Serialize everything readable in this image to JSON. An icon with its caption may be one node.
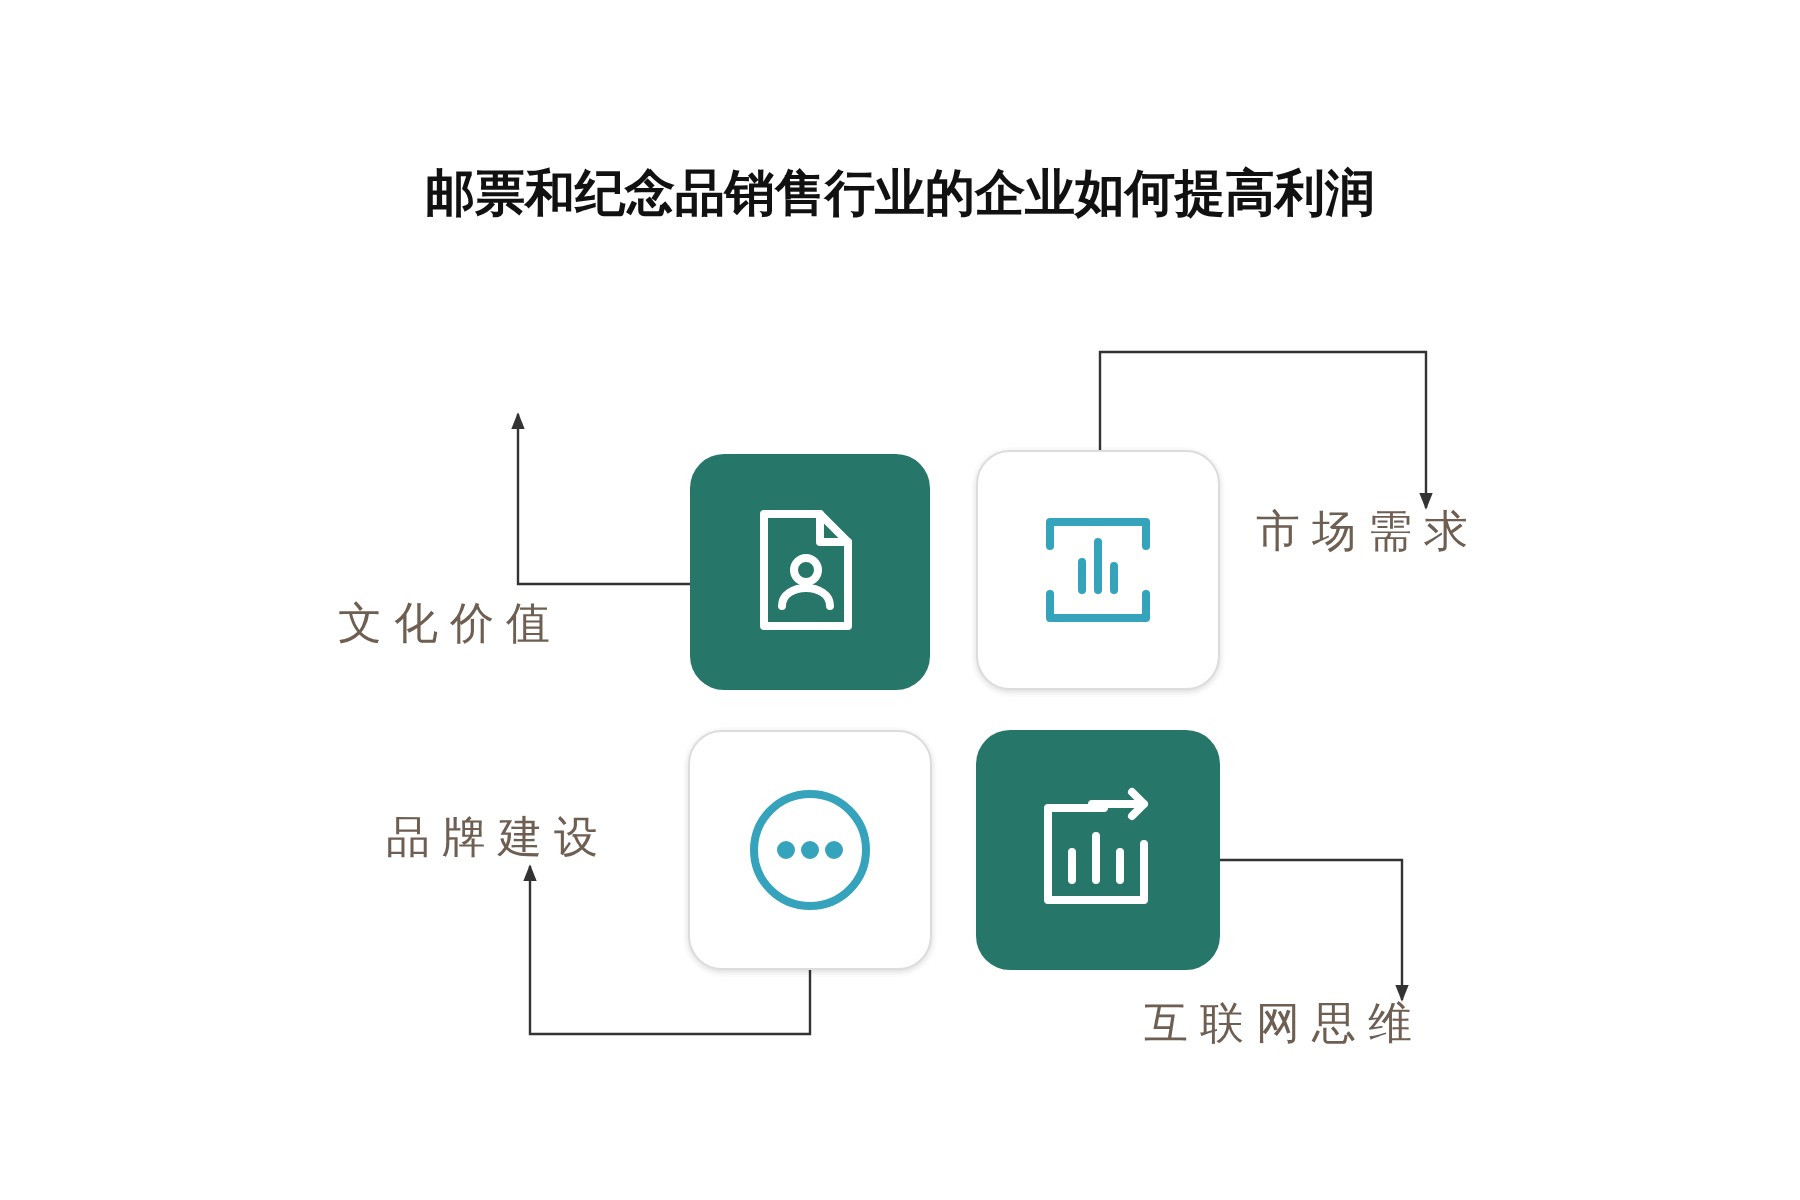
{
  "diagram": {
    "title": "邮票和纪念品销售行业的企业如何提高利润",
    "nodes": [
      {
        "text": [],
        "shape": "box"
      },
      {
        "text": [],
        "shape": "box"
      },
      {
        "text": [],
        "shape": "box"
      },
      {
        "text": [],
        "shape": "box"
      },
      {
        "text": [
          "市场需求"
        ]
      },
      {
        "text": [
          "品牌建设"
        ]
      },
      {
        "text": [
          "互联网思维"
        ]
      }
    ],
    "edges": [
      {
        "from": 0,
        "to": null,
        "arrow": "to"
      },
      {
        "from": 1,
        "to": 4,
        "arrow": "to"
      },
      {
        "from": 2,
        "to": 5,
        "arrow": "to"
      },
      {
        "from": 3,
        "to": 6,
        "arrow": "to"
      }
    ],
    "labels": [
      "文化价值"
    ]
  }
}
